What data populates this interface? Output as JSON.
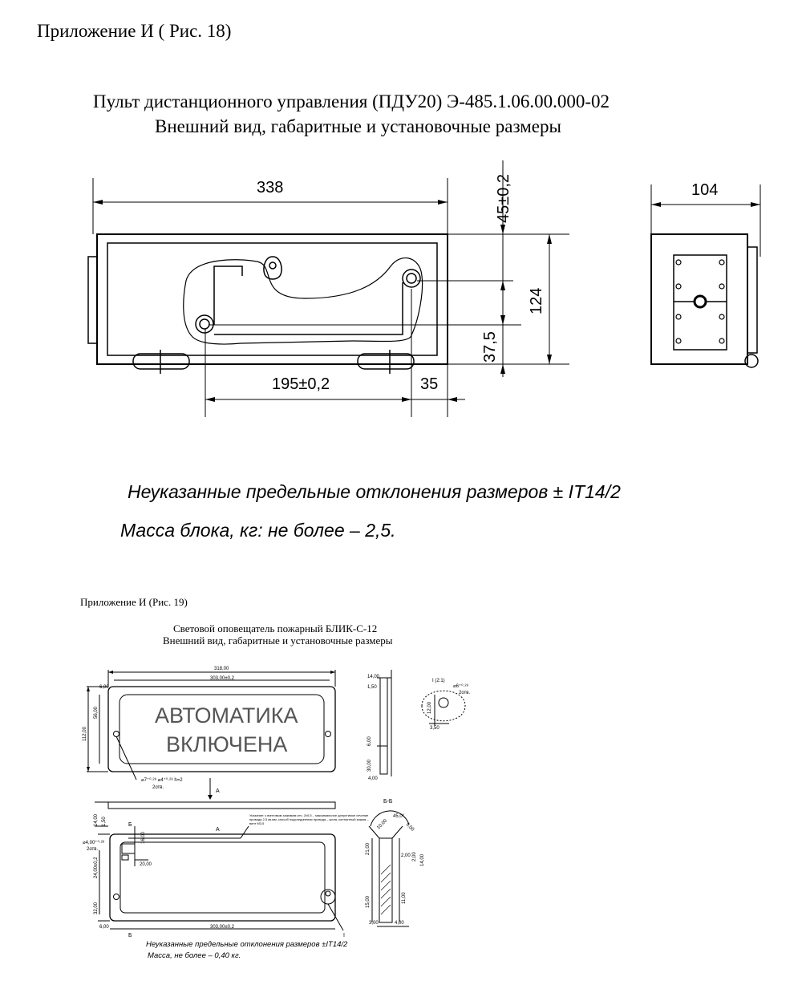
{
  "fig18": {
    "appendix_label": "Приложение И   ( Рис. 18)",
    "title_line1": "Пульт дистанционного управления (ПДУ20) Э-485.1.06.00.000-02",
    "title_line2": "Внешний вид, габаритные и установочные размеры",
    "dims": {
      "width": "338",
      "depth": "104",
      "top_offset": "45±0,2",
      "height": "124",
      "bottom_offset": "37,5",
      "hole_spacing": "195±0,2",
      "edge_offset": "35"
    },
    "note_tolerance": "Неуказанные предельные отклонения размеров ± IT14/2",
    "note_mass": "Масса блока, кг: не более – 2,5."
  },
  "fig19": {
    "appendix_label": "Приложение И  (Рис. 19)",
    "title_line1": "Световой оповещатель пожарный БЛИК-С-12",
    "title_line2": "Внешний вид, габаритные и установочные размеры",
    "panel_text_line1": "АВТОМАТИКА",
    "panel_text_line2": "ВКЛЮЧЕНА",
    "dims": {
      "overall_width": "318,00",
      "inner_width": "303,00±0,2",
      "side_6": "6,00",
      "height_56": "56,00",
      "height_112": "112,00",
      "depth_14": "14,00",
      "depth_150": "1,50",
      "side_600": "6,00",
      "side_3000": "30,00",
      "side_400": "4,00",
      "detail_label": "I (2:1)",
      "detail_hole": "⌀6⁺⁰·²⁸",
      "detail_holes_count": "2отв.",
      "detail_1200": "12,00",
      "detail_350": "3,50",
      "hole_note": "⌀7⁺⁰·²⁸ ⌀4⁺⁰·²⁸ h=2",
      "hole_note_count": "2отв.",
      "view_a": "А",
      "section_bb": "Б-Б",
      "angle_45": "45,0°",
      "b_14": "14,00",
      "b_150": "1,50",
      "b_1600": "16,00",
      "b_400": "⌀4,00⁺⁰·²⁸",
      "b_400_count": "2отв.",
      "b_2400": "24,00±0,2",
      "b_2000": "20,00",
      "b_3200": "32,00",
      "b_600": "6,00",
      "b_303": "303,00±0,2",
      "label_b": "Б",
      "label_i": "I",
      "sec_1000": "10,00",
      "sec_900": "9,00",
      "sec_2100": "21,00",
      "sec_200": "2,00",
      "sec_1400": "14,00",
      "sec_1500": "15,00",
      "sec_1100": "11,00",
      "sec_300": "3,00",
      "sec_400": "4,00",
      "wire_note": "Указание: к винтовым зажимам сеч. 2х0,5... максимальное допустимое сечение провода 2,5 кв.мм, способ подсоединения провода – жила, контактный зажим – винт М3,5"
    },
    "note_tolerance": "Неуказанные предельные отклонения размеров ±IT14/2",
    "note_mass": "Масса, не более – 0,40 кг."
  }
}
